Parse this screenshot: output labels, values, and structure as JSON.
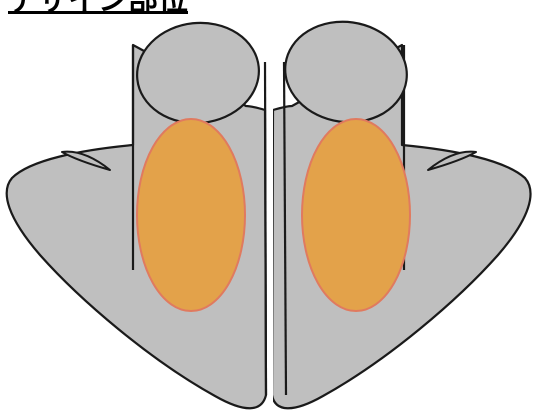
{
  "title": "デザイン部位",
  "colors": {
    "background": "#ffffff",
    "sock_fill": "#bfbfbf",
    "outline": "#1a1a1a",
    "design_area_fill": "#e3a24a",
    "design_area_stroke": "#e07a5f"
  },
  "parts": [
    {
      "name": "left-tabi-sock",
      "side": "left"
    },
    {
      "name": "right-tabi-sock",
      "side": "right"
    }
  ]
}
